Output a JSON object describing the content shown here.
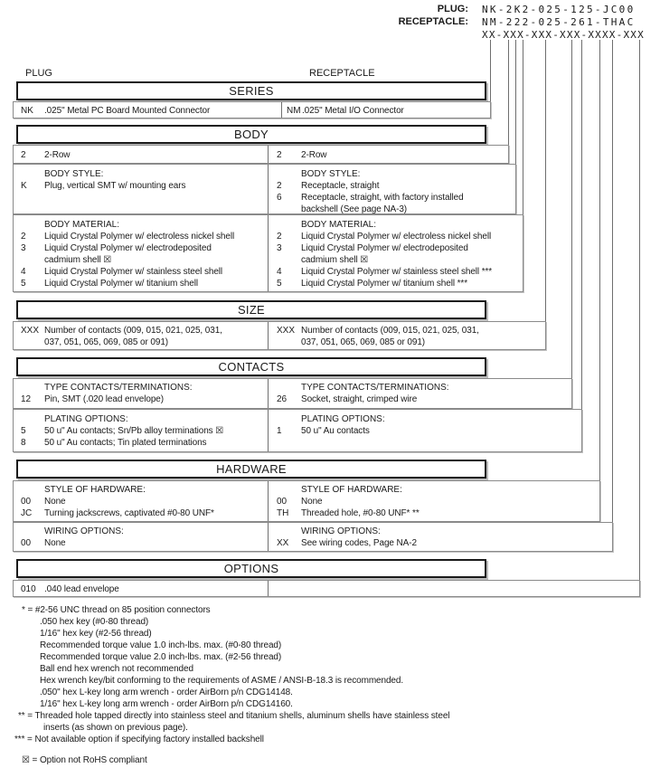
{
  "header": {
    "plug_label": "PLUG:",
    "plug_code": "NK-2K2-025-125-JC00",
    "receptacle_label": "RECEPTACLE:",
    "receptacle_code": "NM-222-025-261-THAC",
    "mask_code": "XX-XXX-XXX-XXX-XXXX-XXX",
    "left_column_label": "PLUG",
    "right_column_label": "RECEPTACLE"
  },
  "sections": {
    "series": {
      "title": "SERIES",
      "left": {
        "code": "NK",
        "desc": ".025\" Metal PC Board Mounted Connector"
      },
      "right": {
        "code": "NM",
        "desc": ".025\" Metal I/O Connector"
      }
    },
    "body": {
      "title": "BODY",
      "rows": {
        "left": {
          "code": "2",
          "desc": "2-Row"
        },
        "right": {
          "code": "2",
          "desc": "2-Row"
        }
      },
      "style": {
        "left_heading": "BODY STYLE:",
        "right_heading": "BODY STYLE:",
        "left_items": [
          {
            "code": "K",
            "desc": "Plug, vertical SMT w/ mounting ears",
            "desc2": ""
          }
        ],
        "right_items": [
          {
            "code": "2",
            "desc": "Receptacle, straight",
            "desc2": ""
          },
          {
            "code": "6",
            "desc": "Receptacle, straight, with factory installed",
            "desc2": "backshell (See page NA-3)"
          }
        ]
      },
      "material": {
        "left_heading": "BODY MATERIAL:",
        "right_heading": "BODY MATERIAL:",
        "left_items": [
          {
            "code": "2",
            "desc": "Liquid Crystal Polymer w/ electroless nickel shell",
            "desc2": ""
          },
          {
            "code": "3",
            "desc": "Liquid Crystal Polymer w/ electrodeposited",
            "desc2": "cadmium shell ☒"
          },
          {
            "code": "4",
            "desc": "Liquid Crystal Polymer w/ stainless steel shell",
            "desc2": ""
          },
          {
            "code": "5",
            "desc": "Liquid Crystal Polymer w/ titanium shell",
            "desc2": ""
          }
        ],
        "right_items": [
          {
            "code": "2",
            "desc": "Liquid Crystal Polymer w/ electroless nickel shell",
            "desc2": ""
          },
          {
            "code": "3",
            "desc": "Liquid Crystal Polymer w/ electrodeposited",
            "desc2": "cadmium shell ☒"
          },
          {
            "code": "4",
            "desc": "Liquid Crystal Polymer w/ stainless steel shell ***",
            "desc2": ""
          },
          {
            "code": "5",
            "desc": "Liquid Crystal Polymer w/ titanium shell ***",
            "desc2": ""
          }
        ]
      }
    },
    "size": {
      "title": "SIZE",
      "left": {
        "code": "XXX",
        "desc": "Number of contacts (009, 015, 021, 025, 031,",
        "desc2": "037, 051, 065, 069, 085 or 091)"
      },
      "right": {
        "code": "XXX",
        "desc": "Number of contacts (009, 015, 021, 025, 031,",
        "desc2": "037, 051, 065, 069, 085 or 091)"
      }
    },
    "contacts": {
      "title": "CONTACTS",
      "type": {
        "left_heading": "TYPE CONTACTS/TERMINATIONS:",
        "right_heading": "TYPE CONTACTS/TERMINATIONS:",
        "left_items": [
          {
            "code": "12",
            "desc": "Pin, SMT (.020 lead envelope)"
          }
        ],
        "right_items": [
          {
            "code": "26",
            "desc": "Socket, straight, crimped wire"
          }
        ]
      },
      "plating": {
        "left_heading": "PLATING OPTIONS:",
        "right_heading": "PLATING OPTIONS:",
        "left_items": [
          {
            "code": "5",
            "desc": "50 u\" Au contacts; Sn/Pb alloy terminations ☒"
          },
          {
            "code": "8",
            "desc": "50 u\" Au contacts; Tin plated terminations"
          }
        ],
        "right_items": [
          {
            "code": "1",
            "desc": "50 u\" Au contacts"
          }
        ]
      }
    },
    "hardware": {
      "title": "HARDWARE",
      "style": {
        "left_heading": "STYLE OF HARDWARE:",
        "right_heading": "STYLE OF HARDWARE:",
        "left_items": [
          {
            "code": "00",
            "desc": "None"
          },
          {
            "code": "JC",
            "desc": "Turning jackscrews, captivated #0-80 UNF*"
          }
        ],
        "right_items": [
          {
            "code": "00",
            "desc": "None"
          },
          {
            "code": "TH",
            "desc": "Threaded hole, #0-80 UNF*  **"
          }
        ]
      },
      "wiring": {
        "left_heading": "WIRING OPTIONS:",
        "right_heading": "WIRING OPTIONS:",
        "left_items": [
          {
            "code": "00",
            "desc": "None"
          }
        ],
        "right_items": [
          {
            "code": "XX",
            "desc": "See wiring codes, Page NA-2"
          }
        ]
      }
    },
    "options": {
      "title": "OPTIONS",
      "left": {
        "code": "010",
        "desc": ".040 lead envelope"
      }
    }
  },
  "footnotes": [
    "* = #2-56 UNC thread on 85 position connectors",
    ".050 hex key (#0-80 thread)",
    "1/16\" hex key (#2-56 thread)",
    "Recommended torque value 1.0 inch-lbs. max. (#0-80 thread)",
    "Recommended torque value 2.0 inch-lbs. max. (#2-56 thread)",
    "Ball end hex wrench not recommended",
    "Hex wrench key/bit conforming to the requirements of ASME / ANSI-B-18.3 is recommended.",
    ".050\" hex L-key long arm wrench - order AirBorn p/n CDG14148.",
    "1/16\" hex L-key long arm wrench - order AirBorn p/n CDG14160.",
    "** = Threaded hole tapped directly into stainless steel and titanium shells, aluminum shells have stainless steel",
    "inserts (as shown on previous page).",
    "*** = Not available option if specifying factory installed backshell",
    "☒ = Option not RoHS compliant"
  ]
}
